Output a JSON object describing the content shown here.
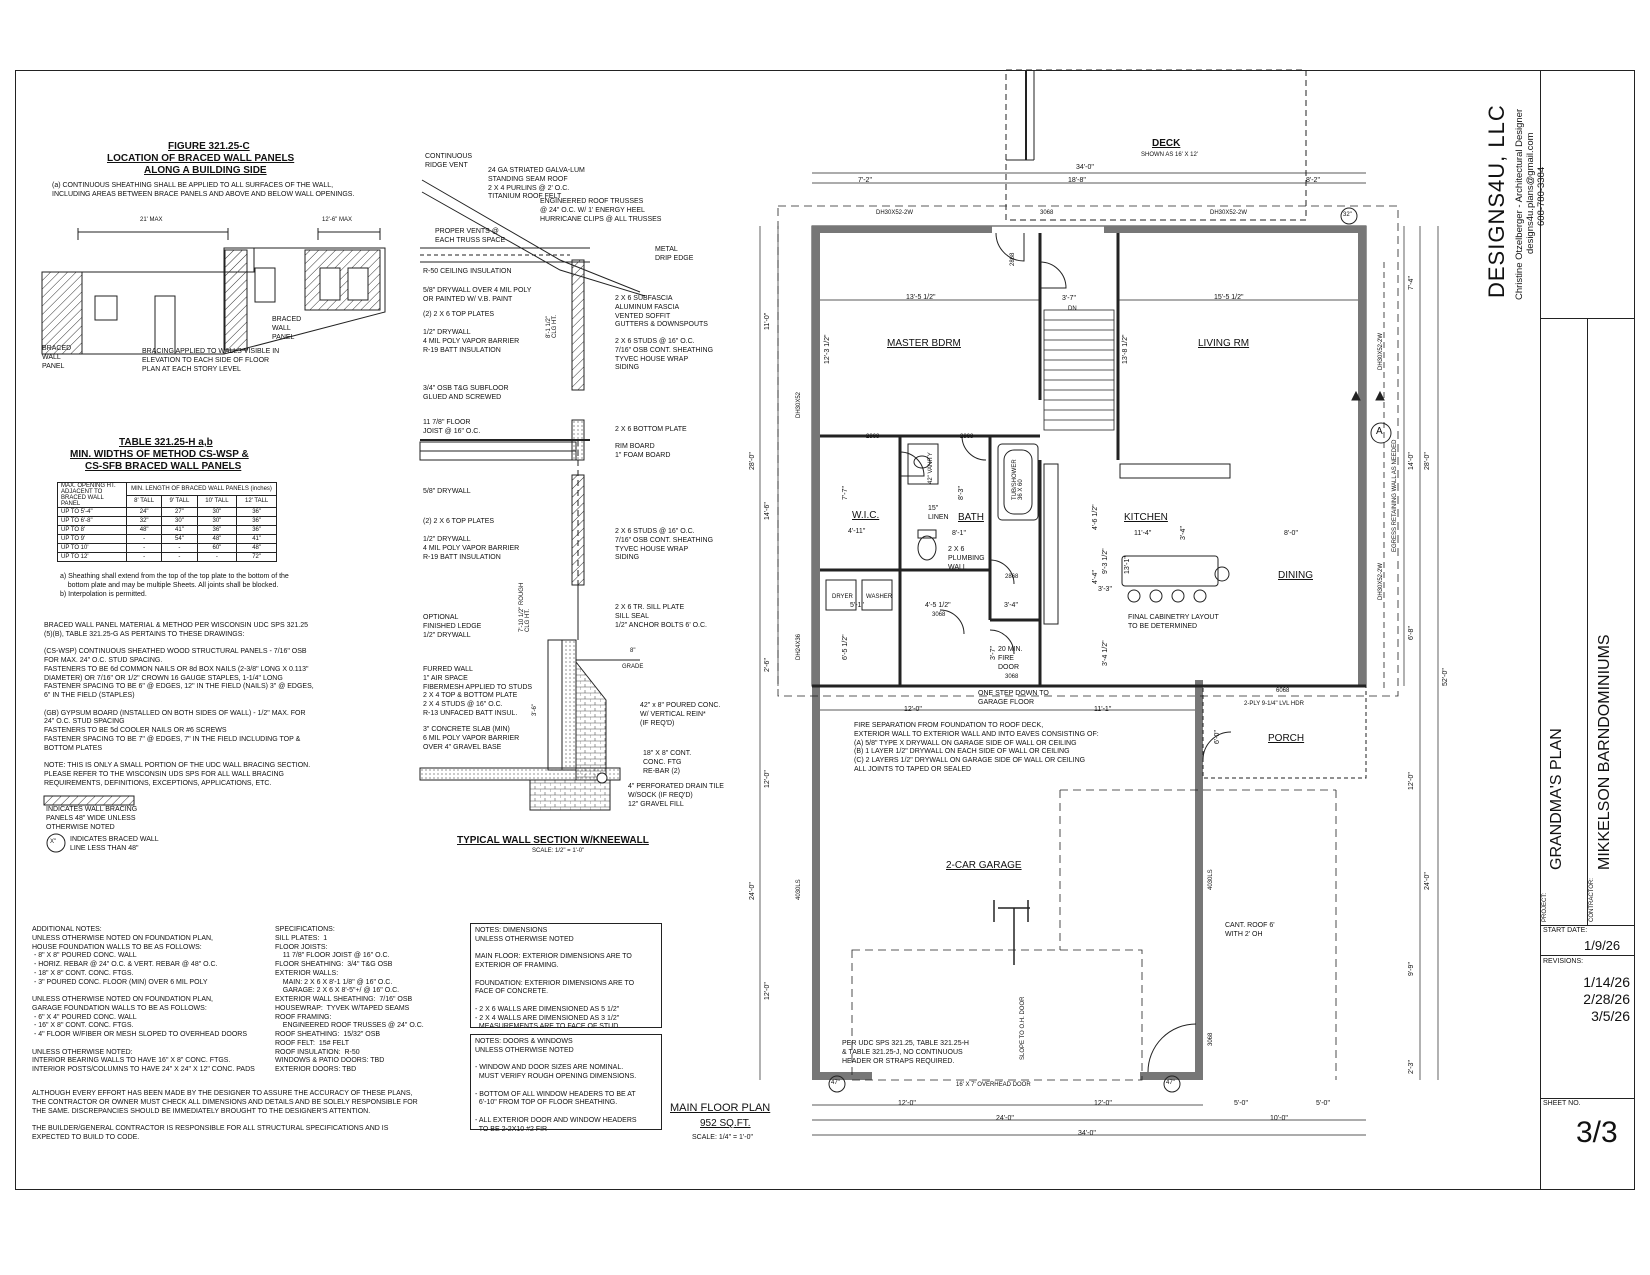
{
  "figure": {
    "title": "FIGURE 321.25-C",
    "subtitle1": "LOCATION OF BRACED WALL PANELS",
    "subtitle2": "ALONG A BUILDING SIDE",
    "note": "(a) CONTINUOUS SHEATHING SHALL BE APPLIED TO ALL SURFACES OF THE WALL,\nINCLUDING AREAS BETWEEN BRACE PANELS AND ABOVE AND BELOW WALL OPENINGS.",
    "dim_21": "21' MAX",
    "dim_12": "12'-6\" MAX",
    "label_panel_left": "BRACED\nWALL\nPANEL",
    "label_panel_mid": "BRACED\nWALL\nPANEL",
    "label_bracing": "BRACING APPLIED TO WALLS VISIBLE IN\nELEVATION TO EACH SIDE OF FLOOR\nPLAN AT EACH STORY LEVEL"
  },
  "table": {
    "title": "TABLE 321.25-H a,b",
    "subtitle1": "MIN. WIDTHS OF METHOD CS-WSP &",
    "subtitle2": "CS-SFB BRACED WALL PANELS",
    "col0": "MAX. OPENING HT. ADJACENT TO BRACED WALL PANEL",
    "col_group": "MIN. LENGTH OF BRACED WALL PANELS (inches)",
    "heights": [
      "8' TALL",
      "9' TALL",
      "10' TALL",
      "12' TALL"
    ],
    "rows": [
      [
        "UP TO 5'-4\"",
        "24\"",
        "27\"",
        "30\"",
        "36\""
      ],
      [
        "UP TO 6'-8\"",
        "32\"",
        "30\"",
        "30\"",
        "36\""
      ],
      [
        "UP TO 8'",
        "48\"",
        "41\"",
        "36\"",
        "36\""
      ],
      [
        "UP TO 9'",
        "-",
        "54\"",
        "48\"",
        "41\""
      ],
      [
        "UP TO 10'",
        "-",
        "-",
        "60\"",
        "48\""
      ],
      [
        "UP TO 12'",
        "-",
        "-",
        "-",
        "72\""
      ]
    ],
    "footnote": "a) Sheathing shall extend from the top of the top plate to the bottom of the\n    bottom plate and may be multiple Sheets. All joints shall be blocked.\nb) Interpolation is permitted."
  },
  "bracing_notes": "BRACED WALL PANEL MATERIAL & METHOD PER WISCONSIN UDC SPS 321.25\n(5)(B), TABLE 321.25-G AS PERTAINS TO THESE DRAWINGS:\n\n(CS-WSP) CONTINUOUS SHEATHED WOOD STRUCTURAL PANELS - 7/16\" OSB\nFOR MAX. 24\" O.C. STUD SPACING.\nFASTENERS TO BE 6d COMMON NAILS OR 8d BOX NAILS (2-3/8\" LONG X 0.113\"\nDIAMETER) OR 7/16\" OR 1/2\" CROWN 16 GAUGE STAPLES, 1-1/4\" LONG\nFASTENER SPACING TO BE 6\" @ EDGES, 12\" IN THE FIELD (NAILS) 3\" @ EDGES,\n6\" IN THE FIELD (STAPLES)\n\n(GB) GYPSUM BOARD (INSTALLED ON BOTH SIDES OF WALL) - 1/2\" MAX. FOR\n24\" O.C. STUD SPACING\nFASTENERS TO BE 5d COOLER NAILS OR #6 SCREWS\nFASTENER SPACING TO BE 7\" @ EDGES, 7\" IN THE FIELD INCLUDING TOP &\nBOTTOM PLATES\n\nNOTE: THIS IS ONLY A SMALL PORTION OF THE UDC WALL BRACING SECTION.\nPLEASE REFER TO THE WISCONSIN UDS SPS FOR ALL WALL BRACING\nREQUIREMENTS, DEFINITIONS, EXCEPTIONS, APPLICATIONS, ETC.",
  "legend": {
    "hatch": "INDICATES WALL BRACING\nPANELS 48\" WIDE UNLESS\nOTHERWISE NOTED",
    "circle": "INDICATES BRACED WALL\nLINE LESS THAN 48\"",
    "circle_mark": "X\""
  },
  "wall_section": {
    "title": "TYPICAL WALL SECTION W/KNEEWALL",
    "scale": "SCALE: 1/2\" = 1'-0\"",
    "labels": {
      "ridge": "CONTINUOUS\nRIDGE VENT",
      "roof": "24 GA STRIATED GALVA-LUM\nSTANDING SEAM ROOF\n2 X 4 PURLINS @ 2' O.C.\nTITANIUM ROOF FELT",
      "trusses": "ENGINEERED ROOF TRUSSES\n@ 24\" O.C. W/ 1' ENERGY HEEL\nHURRICANE CLIPS @ ALL TRUSSES",
      "vents": "PROPER VENTS @\nEACH TRUSS SPACE",
      "drip": "METAL\nDRIP EDGE",
      "ceiling_ins": "R-50 CEILING INSULATION",
      "drywall_top": "5/8\" DRYWALL OVER 4 MIL POLY\nOR PAINTED W/ V.B. PAINT",
      "top_plates": "(2) 2 X 6 TOP PLATES",
      "drywall_vb": "1/2\" DRYWALL\n4 MIL POLY VAPOR BARRIER\nR-19 BATT INSULATION",
      "subfascia": "2 X 6 SUBFASCIA\nALUMINUM FASCIA\nVENTED SOFFIT\nGUTTERS & DOWNSPOUTS",
      "studs_upper": "2 X 6 STUDS @ 16\" O.C.\n7/16\" OSB CONT. SHEATHING\nTYVEC HOUSE WRAP\nSIDING",
      "clg_ht_upper": "8'-1 1/2\"\nCLG HT.",
      "subfloor": "3/4\" OSB T&G SUBFLOOR\nGLUED AND SCREWED",
      "joist": "11 7/8\" FLOOR\nJOIST @ 16\" O.C.",
      "bottom_plate": "2 X 6 BOTTOM PLATE",
      "rim": "RIM BOARD\n1\" FOAM BOARD",
      "drywall_58": "5/8\" DRYWALL",
      "top_plates2": "(2) 2 X 6 TOP PLATES",
      "drywall_vb2": "1/2\" DRYWALL\n4 MIL POLY VAPOR BARRIER\nR-19 BATT INSULATION",
      "studs_lower": "2 X 6 STUDS @ 16\" O.C.\n7/16\" OSB CONT. SHEATHING\nTYVEC HOUSE WRAP\nSIDING",
      "clg_ht_lower": "7'-10 1/2\" ROUGH\nCLG HT.",
      "ledge": "OPTIONAL\nFINISHED LEDGE\n1/2\" DRYWALL",
      "sill": "2 X 6 TR. SILL PLATE\nSILL SEAL\n1/2\" ANCHOR BOLTS 6' O.C.",
      "grade": "GRADE",
      "grade_dim": "8\"",
      "furred": "FURRED WALL\n1\" AIR SPACE\nFIBERMESH APPLIED TO STUDS\n2 X 4 TOP & BOTTOM PLATE\n2 X 4 STUDS @ 16\" O.C.\nR-13 UNFACED BATT INSUL.",
      "wall_ht": "3'-6\"",
      "fdn_wall": "42\" x 8\" POURED CONC.\nW/ VERTICAL REIN*\n(IF REQ'D)",
      "slab": "3\" CONCRETE SLAB (MIN)\n6 MIL POLY VAPOR BARRIER\nOVER 4\" GRAVEL BASE",
      "footing": "18\" X 8\" CONT.\nCONC. FTG\nRE-BAR (2)",
      "drain": "4\" PERFORATED DRAIN TILE\nW/SOCK (IF REQ'D)\n12\" GRAVEL FILL"
    }
  },
  "additional_notes": "ADDITIONAL NOTES:\nUNLESS OTHERWISE NOTED ON FOUNDATION PLAN,\nHOUSE FOUNDATION WALLS TO BE AS FOLLOWS:\n - 8\" X 8\" POURED CONC. WALL\n - HORIZ. REBAR @ 24\" O.C. & VERT. REBAR @ 48\" O.C.\n - 18\" X 8\" CONT. CONC. FTGS.\n - 3\" POURED CONC. FLOOR (MIN) OVER 6 MIL POLY\n\nUNLESS OTHERWISE NOTED ON FOUNDATION PLAN,\nGARAGE FOUNDATION WALLS TO BE AS FOLLOWS:\n - 6\" X 4\" POURED CONC. WALL\n - 16\" X 8\" CONT. CONC. FTGS.\n - 4\" FLOOR W/FIBER OR MESH SLOPED TO OVERHEAD DOORS\n\nUNLESS OTHERWISE NOTED:\nINTERIOR BEARING WALLS TO HAVE 16\" X 8\" CONC. FTGS.\nINTERIOR POSTS/COLUMNS TO HAVE 24\" X 24\" X 12\" CONC. PADS",
  "specifications": "SPECIFICATIONS:\nSILL PLATES:  1\nFLOOR JOISTS:\n    11 7/8\" FLOOR JOIST @ 16\" O.C.\nFLOOR SHEATHING:  3/4\" T&G OSB\nEXTERIOR WALLS:\n    MAIN: 2 X 6 X 8'-1 1/8\" @ 16\" O.C.\n    GARAGE: 2 X 6 X 8'-5\"+/ @ 16\" O.C.\nEXTERIOR WALL SHEATHING:  7/16\" OSB\nHOUSEWRAP:  TYVEK W/TAPED SEAMS\nROOF FRAMING:\n    ENGINEERED ROOF TRUSSES @ 24\" O.C.\nROOF SHEATHING:  15/32\" OSB\nROOF FELT:  15# FELT\nROOF INSULATION:  R-50\nWINDOWS & PATIO DOORS: TBD\nEXTERIOR DOORS: TBD",
  "disclaimer": "ALTHOUGH EVERY EFFORT HAS BEEN MADE BY THE DESIGNER TO ASSURE THE ACCURACY OF THESE PLANS,\nTHE CONTRACTOR OR OWNER MUST CHECK ALL DIMENSIONS AND DETAILS AND BE SOLELY RESPONSIBLE FOR\nTHE SAME. DISCREPANCIES SHOULD BE IMMEDIATELY BROUGHT TO THE DESIGNER'S ATTENTION.\n\nTHE BUILDER/GENERAL CONTRACTOR IS RESPONSIBLE FOR ALL STRUCTURAL SPECIFICATIONS AND IS\nEXPECTED TO BUILD TO CODE.",
  "notes_dimensions": "NOTES: DIMENSIONS\nUNLESS OTHERWISE NOTED\n\nMAIN FLOOR: EXTERIOR DIMENSIONS ARE TO\nEXTERIOR OF FRAMING.\n\nFOUNDATION: EXTERIOR DIMENSIONS ARE TO\nFACE OF CONCRETE.\n\n- 2 X 6 WALLS ARE DIMENSIONED AS 5 1/2\"\n- 2 X 4 WALLS ARE DIMENSIONED AS 3 1/2\"\n  MEASUREMENTS ARE TO FACE OF STUD.",
  "notes_doors": "NOTES: DOORS & WINDOWS\nUNLESS OTHERWISE NOTED\n\n- WINDOW AND DOOR SIZES ARE NOMINAL.\n  MUST VERIFY ROUGH OPENING DIMENSIONS.\n\n- BOTTOM OF ALL WINDOW HEADERS TO BE AT\n  6'-10\" FROM TOP OF FLOOR SHEATHING.\n\n- ALL EXTERIOR DOOR AND WINDOW HEADERS\n  TO BE 2-2X10 #2 FIR",
  "plan": {
    "title": "MAIN FLOOR PLAN",
    "area": "952 SQ.FT.",
    "scale": "SCALE: 1/4\" = 1'-0\"",
    "rooms": {
      "deck": "DECK",
      "deck_note": "SHOWN AS 16' X 12'",
      "master": "MASTER BDRM",
      "living": "LIVING RM",
      "wic": "W.I.C.",
      "bath": "BATH",
      "kitchen": "KITCHEN",
      "dining": "DINING",
      "porch": "PORCH",
      "garage": "2-CAR GARAGE",
      "dn": "DN",
      "plumbing": "2 X 6\nPLUMBING\nWALL",
      "dryer": "DRYER",
      "washer": "WASHER",
      "fire_door": "20 MIN.\nFIRE\nDOOR",
      "step": "ONE STEP DOWN TO\nGARAGE FLOOR",
      "lvl": "2-PLY 9-1/4\" LVL HDR",
      "cant": "CANT. ROOF 6'\nWITH 2' OH",
      "slope": "SLOPE TO O.H. DOOR",
      "ohdoor": "16' X 7' OVERHEAD DOOR",
      "cabinetry": "FINAL CABINETRY LAYOUT\nTO BE DETERMINED",
      "retaining": "EGRESS RETAINING WALL AS NEEDED",
      "fire_sep": "FIRE SEPARATION FROM FOUNDATION TO ROOF DECK,\nEXTERIOR WALL TO EXTERIOR WALL AND INTO EAVES CONSISTING OF:\n(A) 5/8\" TYPE X DRYWALL ON GARAGE SIDE OF WALL OR CEILING\n(B) 1 LAYER 1/2\" DRYWALL ON EACH SIDE OF WALL OR CEILING\n(C) 2 LAYERS 1/2\" DRYWALL ON GARAGE SIDE OF WALL OR CEILING\nALL JOINTS TO TAPED OR SEALED",
      "udc_note": "PER UDC SPS 321.25, TABLE 321.25-H\n& TABLE 321.25-J, NO CONTINUOUS\nHEADER OR STRAPS REQUIRED.",
      "marker": "A",
      "brace_32": "32\"",
      "brace_47a": "47\"",
      "brace_47b": "47\""
    },
    "tags": {
      "w1": "DH30X52-2W",
      "d1": "3068",
      "w2": "DH30X52-2W",
      "d2868a": "2868",
      "w_left": "DH30X52",
      "w_left2": "DH24X36",
      "w_right": "DH30X52-2W",
      "w_right2": "DH30X52-2W",
      "d2868b": "2868",
      "d2868c": "2868",
      "d2868d": "2868",
      "d3068": "3068",
      "d3068b": "3068",
      "d6068": "6068",
      "g1": "4030LS",
      "g2": "4030LS",
      "d3068c": "3068",
      "vanity": "42\" VANITY",
      "linen": "15\"\nLINEN",
      "tub": "TUB/SHOWER\n36 X 60"
    },
    "dims": {
      "top_total": "34'-0\"",
      "top_a": "7'-2\"",
      "top_b": "18'-8\"",
      "top_c": "8'-2\"",
      "master_w": "13'-5 1/2\"",
      "stair_w": "3'-7\"",
      "living_w": "15'-5 1/2\"",
      "left_11": "11'-0\"",
      "left_28": "28'-0\"",
      "left_146": "14'-6\"",
      "left_26": "2'-6\"",
      "left_12a": "12'-0\"",
      "left_24": "24'-0\"",
      "left_12b": "12'-0\"",
      "right_52": "52'-0\"",
      "master_h": "12'-3 1/2\"",
      "living_h": "13'-8 1/2\"",
      "wic_h": "7'-7\"",
      "wic_w": "4'-11\"",
      "bath_h": "8'-3\"",
      "bath_w": "8'-1\"",
      "laundry_w": "5'-1\"",
      "hall_w": "4'-5 1/2\"",
      "hall_w2": "3'-4\"",
      "laundry_h": "6'-5 1/2\"",
      "fire_h": "3'-7\"",
      "kitchen_w": "11'-4\"",
      "dining_w": "8'-0\"",
      "kit_h1": "4'-6 1/2\"",
      "kit_h2": "9'-3 1/2\"",
      "kit_h3": "13'-1\"",
      "kit_h4": "3'-4 1/2\"",
      "kit_h5": "3'-3\"",
      "kit_h6": "4'-4\"",
      "isl_h": "3'-4\"",
      "right_74": "7'-4\"",
      "right_140": "14'-0\"",
      "right_28": "28'-0\"",
      "right_68": "6'-8\"",
      "right_12": "12'-0\"",
      "right_24": "24'-0\"",
      "right_99": "9'-9\"",
      "right_23": "2'-3\"",
      "porch_h": "6'-0\"",
      "gar_a": "12'-0\"",
      "gar_b": "11'-1\"",
      "bot_a": "12'-0\"",
      "bot_b": "12'-0\"",
      "bot_c": "5'-0\"",
      "bot_d": "5'-0\"",
      "bot_24": "24'-0\"",
      "bot_10": "10'-0\"",
      "bot_34": "34'-0\""
    }
  },
  "titleblock": {
    "company": "DESIGNS4U, LLC",
    "designer": "Christine Otzelberger - Architectural Designer",
    "email": "designs4u.plans@gmail.com",
    "phone": "608-780-3384",
    "project_label": "PROJECT:",
    "project": "GRANDMA'S PLAN",
    "contractor_label": "CONTRACTOR:",
    "contractor": "MIKKELSON BARNDOMINIUMS",
    "start_label": "START DATE:",
    "start_date": "1/9/26",
    "revisions_label": "REVISIONS:",
    "revisions": [
      "1/14/26",
      "2/28/26",
      "3/5/26"
    ],
    "sheet_label": "SHEET NO.",
    "sheet": "3/3"
  }
}
